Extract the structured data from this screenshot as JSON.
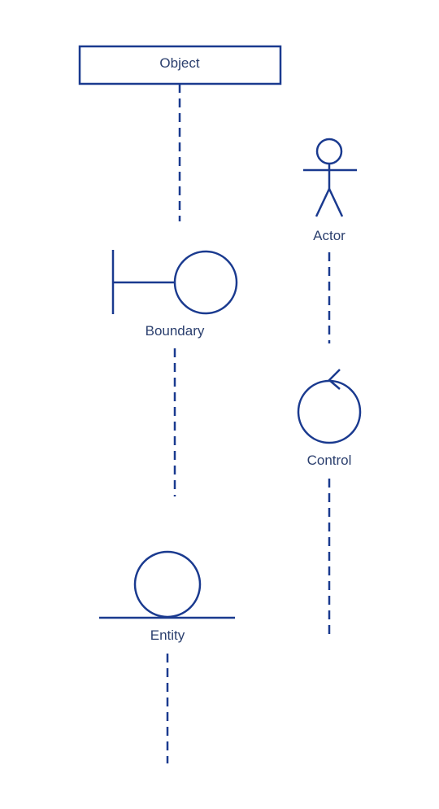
{
  "diagram": {
    "color": "#1a3a8f",
    "label_color": "#2b3f6e",
    "object": {
      "label": "Object",
      "icon": "object-rectangle"
    },
    "actor": {
      "label": "Actor",
      "icon": "actor-stick-figure"
    },
    "boundary": {
      "label": "Boundary",
      "icon": "boundary-icon"
    },
    "control": {
      "label": "Control",
      "icon": "control-icon"
    },
    "entity": {
      "label": "Entity",
      "icon": "entity-icon"
    }
  }
}
